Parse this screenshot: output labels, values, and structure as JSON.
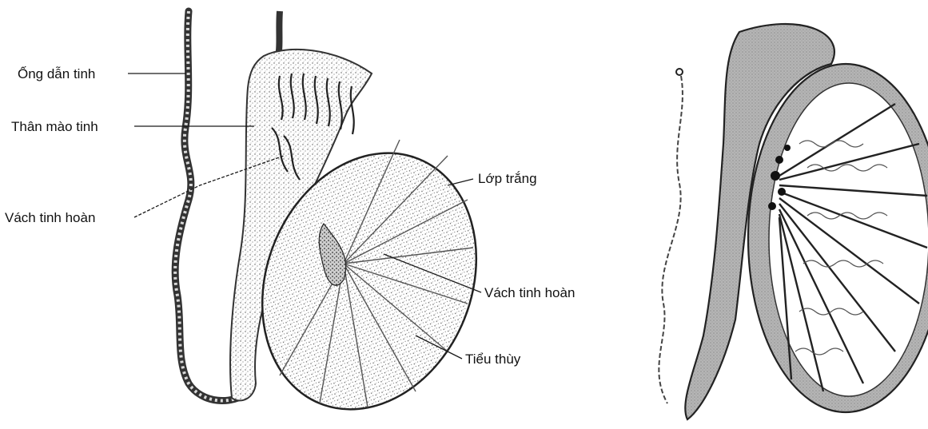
{
  "labels": {
    "ong_dan_tinh": "Ống dẫn tinh",
    "than_mao_tinh": "Thân mào tinh",
    "vach_tinh_hoan_left": "Vách tinh hoàn",
    "lop_trang": "Lớp trắng",
    "vach_tinh_hoan_right": "Vách tinh hoàn",
    "tieu_thuy": "Tiểu thùy"
  },
  "colors": {
    "ink": "#1a1a1a",
    "shade": "#6e6e6e",
    "light_shade": "#bdbdbd",
    "background": "#ffffff"
  }
}
